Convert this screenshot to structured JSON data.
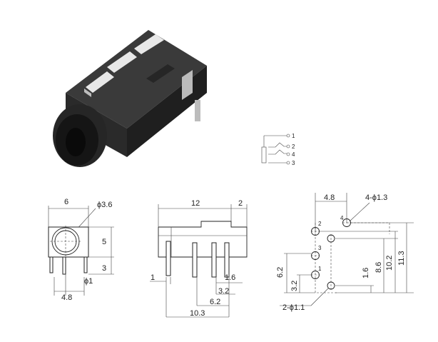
{
  "product_photo": {
    "description_name": "3.5mm audio jack"
  },
  "schematic": {
    "pins": [
      "1",
      "2",
      "4",
      "3"
    ]
  },
  "front_view": {
    "width_label": "6",
    "hole_label": "ϕ3.6",
    "height_label": "5",
    "lead_height_label": "3",
    "pin_label": "ϕ1",
    "pitch_label": "4.8"
  },
  "side_view": {
    "length_label": "12",
    "tab_label": "2",
    "left_small_label": "1",
    "d1_label": "1.6",
    "d2_label": "3.2",
    "d3_label": "6.2",
    "d4_label": "10.3"
  },
  "pcb_layout": {
    "top_label": "4.8",
    "hole_spec": "4-ϕ1.3",
    "small_hole_spec": "2-ϕ1.1",
    "left_v1": "6.2",
    "left_v2": "3.2",
    "right_v1": "1.6",
    "right_v2": "8.6",
    "right_v3": "10.2",
    "right_v4": "11.3",
    "pin_labels": [
      "2",
      "4",
      "3",
      "1"
    ]
  }
}
